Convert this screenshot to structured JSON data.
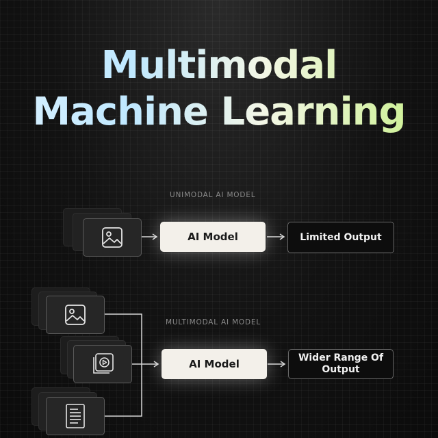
{
  "title": {
    "line1": "Multimodal",
    "line2": "Machine Learning"
  },
  "unimodal": {
    "label": "UNIMODAL AI MODEL",
    "model": "AI Model",
    "output": "Limited Output",
    "input_icon": "image-icon"
  },
  "multimodal": {
    "label": "MULTIMODAL AI MODEL",
    "model": "AI Model",
    "output": "Wider Range Of Output",
    "inputs": [
      "image-icon",
      "video-icon",
      "document-icon"
    ]
  },
  "colors": {
    "background": "#121212",
    "model_box": "#f3f0ea",
    "title_gradient_start": "#d9f1ff",
    "title_gradient_end": "#c8f08a"
  }
}
